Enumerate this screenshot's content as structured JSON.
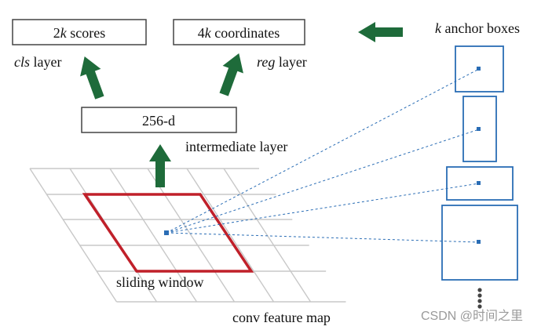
{
  "labels": {
    "scores_prefix": "2",
    "scores_k": "k",
    "scores_suffix": " scores",
    "coords_prefix": "4",
    "coords_k": "k",
    "coords_suffix": " coordinates",
    "cls_italic": "cls",
    "cls_suffix": " layer",
    "reg_italic": "reg",
    "reg_suffix": " layer",
    "anchor_k": "k",
    "anchor_suffix": " anchor boxes",
    "intermediate_box": "256-d",
    "intermediate_caption": "intermediate layer",
    "sliding_window": "sliding window",
    "feature_map": "conv feature map",
    "watermark": "CSDN @时间之里"
  },
  "colors": {
    "arrow": "#1e6b3a",
    "window": "#c0202a",
    "anchor": "#2a6db5",
    "grid": "#c8c8c8",
    "box_border": "#444444",
    "watermark": "#9a9a9a"
  },
  "icons": {
    "up_arrow": "thick-up-arrow",
    "left_arrow": "thick-left-arrow",
    "more": "vertical-dots"
  }
}
